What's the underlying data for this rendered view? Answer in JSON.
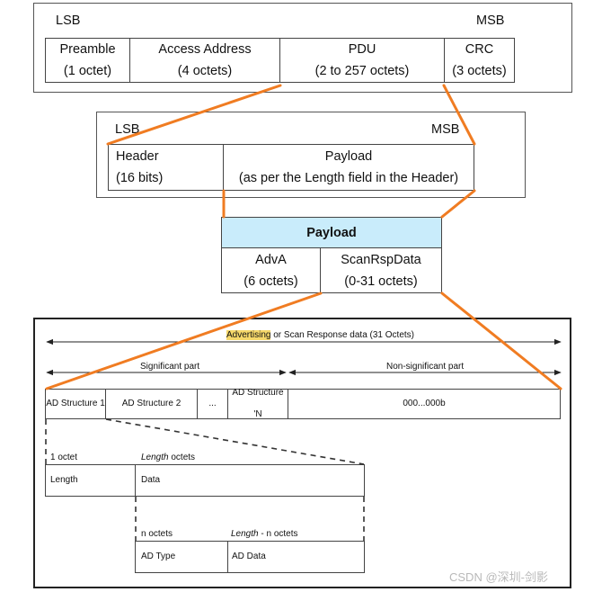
{
  "packet": {
    "lsb": "LSB",
    "msb": "MSB",
    "fields": [
      {
        "name": "Preamble",
        "size": "(1 octet)"
      },
      {
        "name": "Access Address",
        "size": "(4 octets)"
      },
      {
        "name": "PDU",
        "size": "(2 to 257 octets)"
      },
      {
        "name": "CRC",
        "size": "(3 octets)"
      }
    ]
  },
  "pdu": {
    "lsb": "LSB",
    "msb": "MSB",
    "fields": [
      {
        "name": "Header",
        "size": "(16 bits)"
      },
      {
        "name": "Payload",
        "size": "(as per the Length field in the Header)"
      }
    ]
  },
  "payload": {
    "title": "Payload",
    "fields": [
      {
        "name": "AdvA",
        "size": "(6 octets)"
      },
      {
        "name": "ScanRspData",
        "size": "(0-31 octets)"
      }
    ]
  },
  "ad_data": {
    "span_highlight": "Advertising",
    "span_rest": " or Scan Response data (31 Octets)",
    "significant": "Significant part",
    "non_significant": "Non-significant part",
    "structures": [
      "AD Structure 1",
      "AD Structure 2",
      "...",
      "AD Structure 'N"
    ],
    "zeros": "000...000b",
    "length_octets": "1 octet",
    "data_octets_italic": "Length",
    "data_octets_rest": " octets",
    "length_label": "Length",
    "data_label": "Data",
    "n_octets": "n octets",
    "len_minus_italic": "Length",
    "len_minus_rest": " - n octets",
    "ad_type": "AD Type",
    "ad_field_data": "AD Data"
  },
  "watermark": "CSDN @深圳-剑影",
  "colors": {
    "connector": "#f07c22",
    "payload_header": "#c9ecfb",
    "highlight": "#f6d86a"
  }
}
